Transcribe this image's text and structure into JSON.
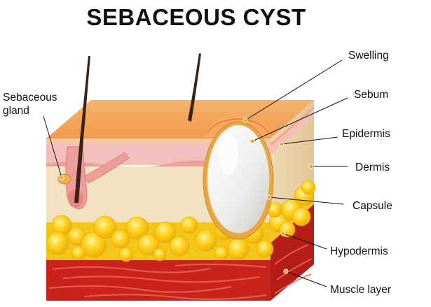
{
  "title": "SEBACEOUS CYST",
  "labels": {
    "sebaceous_gland_line1": "Sebaceous",
    "sebaceous_gland_line2": "gland",
    "swelling": "Swelling",
    "sebum": "Sebum",
    "epidermis": "Epidermis",
    "dermis": "Dermis",
    "capsule": "Capsule",
    "hypodermis": "Hypodermis",
    "muscle_layer": "Muscle layer"
  },
  "colors": {
    "epidermis": "#f4a35c",
    "dermis": "#f3e2c2",
    "dermis_pink": "#f3bfbd",
    "fat": "#f7c614",
    "muscle": "#c9231b",
    "cyst": "#f1f1ef",
    "capsule": "#e7a73e"
  }
}
